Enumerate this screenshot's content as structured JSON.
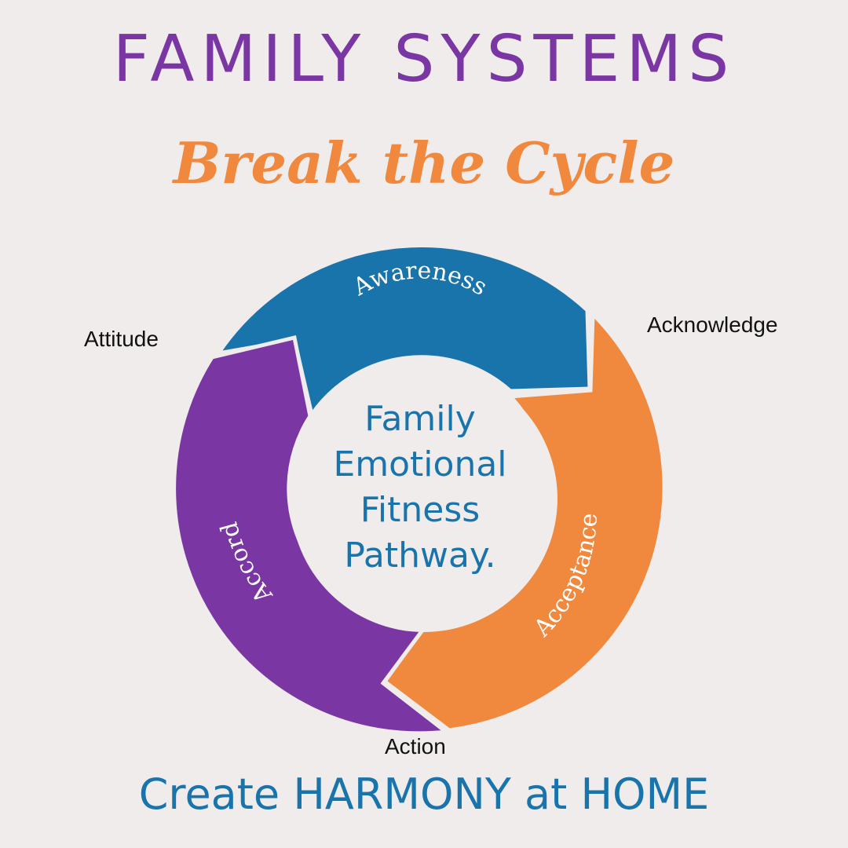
{
  "title": "FAMILY SYSTEMS",
  "subtitle": "Break the Cycle",
  "center": {
    "lines": [
      "Family",
      "Emotional",
      "Fitness",
      "Pathway."
    ]
  },
  "segments": [
    {
      "label": "Awareness",
      "color": "#1a74ac"
    },
    {
      "label": "Acceptance",
      "color": "#f0883e"
    },
    {
      "label": "Accord",
      "color": "#7a37a3"
    }
  ],
  "outer_labels": {
    "attitude": "Attitude",
    "acknowledge": "Acknowledge",
    "action": "Action"
  },
  "footer": "Create HARMONY at HOME",
  "colors": {
    "background": "#f0ecec",
    "title": "#7a37a3",
    "subtitle": "#f0883e",
    "center_text": "#1a74ac",
    "footer": "#1a74ac"
  }
}
